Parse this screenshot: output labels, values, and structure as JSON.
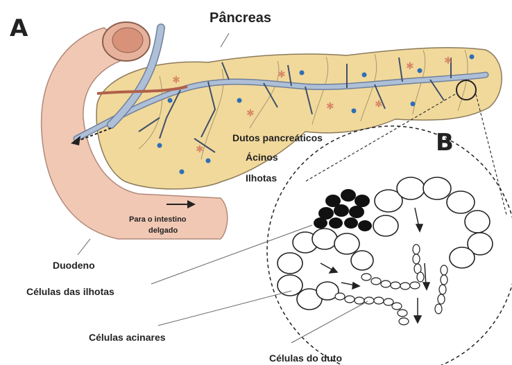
{
  "panels": {
    "a": "A",
    "b": "B"
  },
  "labels": {
    "pancreas": "Pâncreas",
    "ducts": "Dutos pancreáticos",
    "acini": "Ácinos",
    "islets": "Ilhotas",
    "arrow_line1": "Para o intestino",
    "arrow_line2": "delgado",
    "duodenum": "Duodeno",
    "islet_cells": "Células das ilhotas",
    "acinar_cells": "Células acinares",
    "duct_cells": "Células do duto"
  },
  "colors": {
    "duodenum": "#f1c8b4",
    "pancreas": "#f1d99c",
    "duct": "#aebfd8",
    "islet_dot": "#2f6fb5",
    "acinus_star": "#d98a68",
    "islet_cell": "#111111"
  }
}
